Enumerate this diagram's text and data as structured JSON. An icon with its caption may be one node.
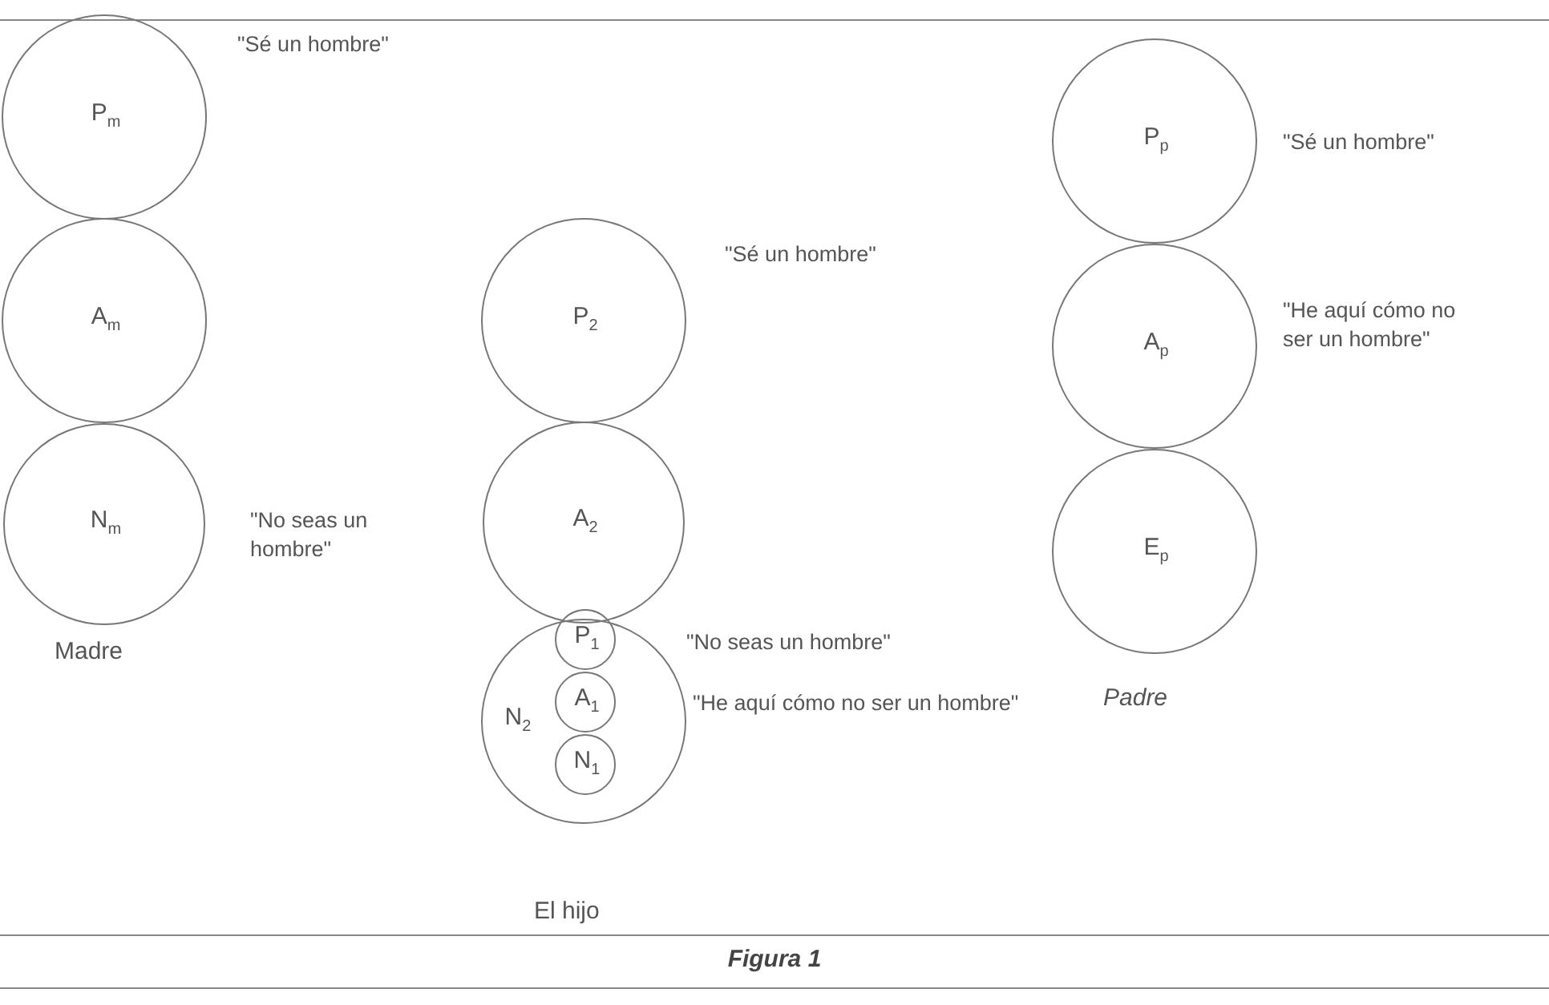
{
  "diagram": {
    "caption": "Figura 1",
    "nodes": [
      {
        "text": [
          "P$_{m}$"
        ],
        "beside": [
          "\"Sé un hombre\""
        ]
      },
      {
        "text": [
          "A$_{m}$"
        ]
      },
      {
        "text": [
          "N$_{m}$"
        ],
        "beside": [
          "\"No seas un hombre\""
        ]
      },
      {
        "text": [
          "P$_{2}$"
        ],
        "beside": [
          "\"Sé un hombre\""
        ]
      },
      {
        "text": [
          "A$_{2}$"
        ]
      },
      {
        "text": [
          "N$_{2}$"
        ]
      },
      {
        "text": [
          "P$_{1}$"
        ],
        "in": 5
      },
      {
        "text": [
          "A$_{1}$"
        ],
        "in": 5,
        "beside": [
          "\"He aquí cómo no ser un hombre\""
        ]
      },
      {
        "text": [
          "N$_{1}$"
        ],
        "in": 5
      },
      {
        "text": [
          "P$_{p}$"
        ],
        "beside": [
          "\"Sé un hombre\""
        ]
      },
      {
        "text": [
          "A$_{p}$"
        ],
        "beside": [
          "\"He aquí cómo no ser un hombre\""
        ]
      },
      {
        "text": [
          "E$_{p}$"
        ]
      }
    ],
    "edges": [],
    "labels": [
      "Madre",
      "\"No seas un hombre\"",
      "Padre",
      "El hijo"
    ]
  }
}
